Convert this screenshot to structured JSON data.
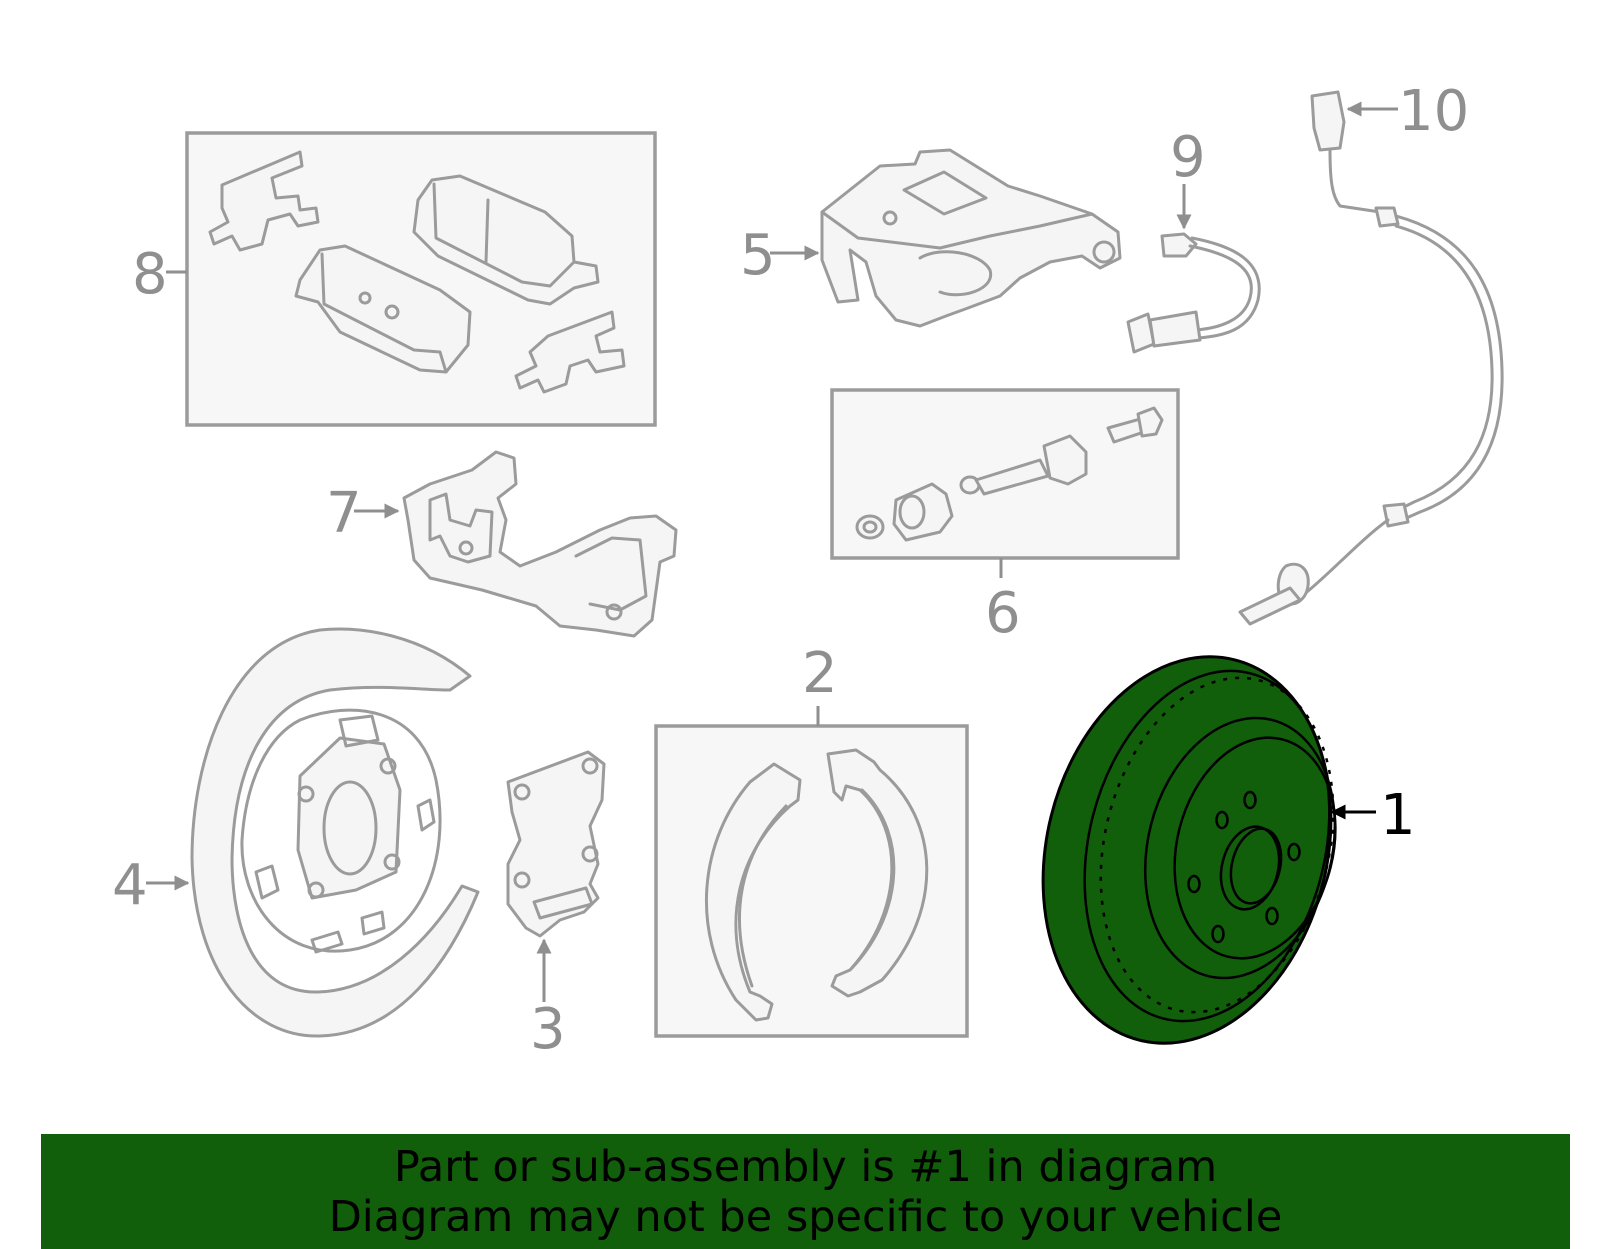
{
  "callouts": {
    "c1": "1",
    "c2": "2",
    "c3": "3",
    "c4": "4",
    "c5": "5",
    "c6": "6",
    "c7": "7",
    "c8": "8",
    "c9": "9",
    "c10": "10"
  },
  "highlighted_part": "1",
  "colors": {
    "highlight": "#115e0b",
    "part_stroke": "#9b9b9b",
    "callout_text": "#8f8f8f",
    "active_callout": "#000000"
  },
  "banner": {
    "line1": "Part or sub-assembly is #1 in diagram",
    "line2": "Diagram may not be specific to your vehicle"
  }
}
